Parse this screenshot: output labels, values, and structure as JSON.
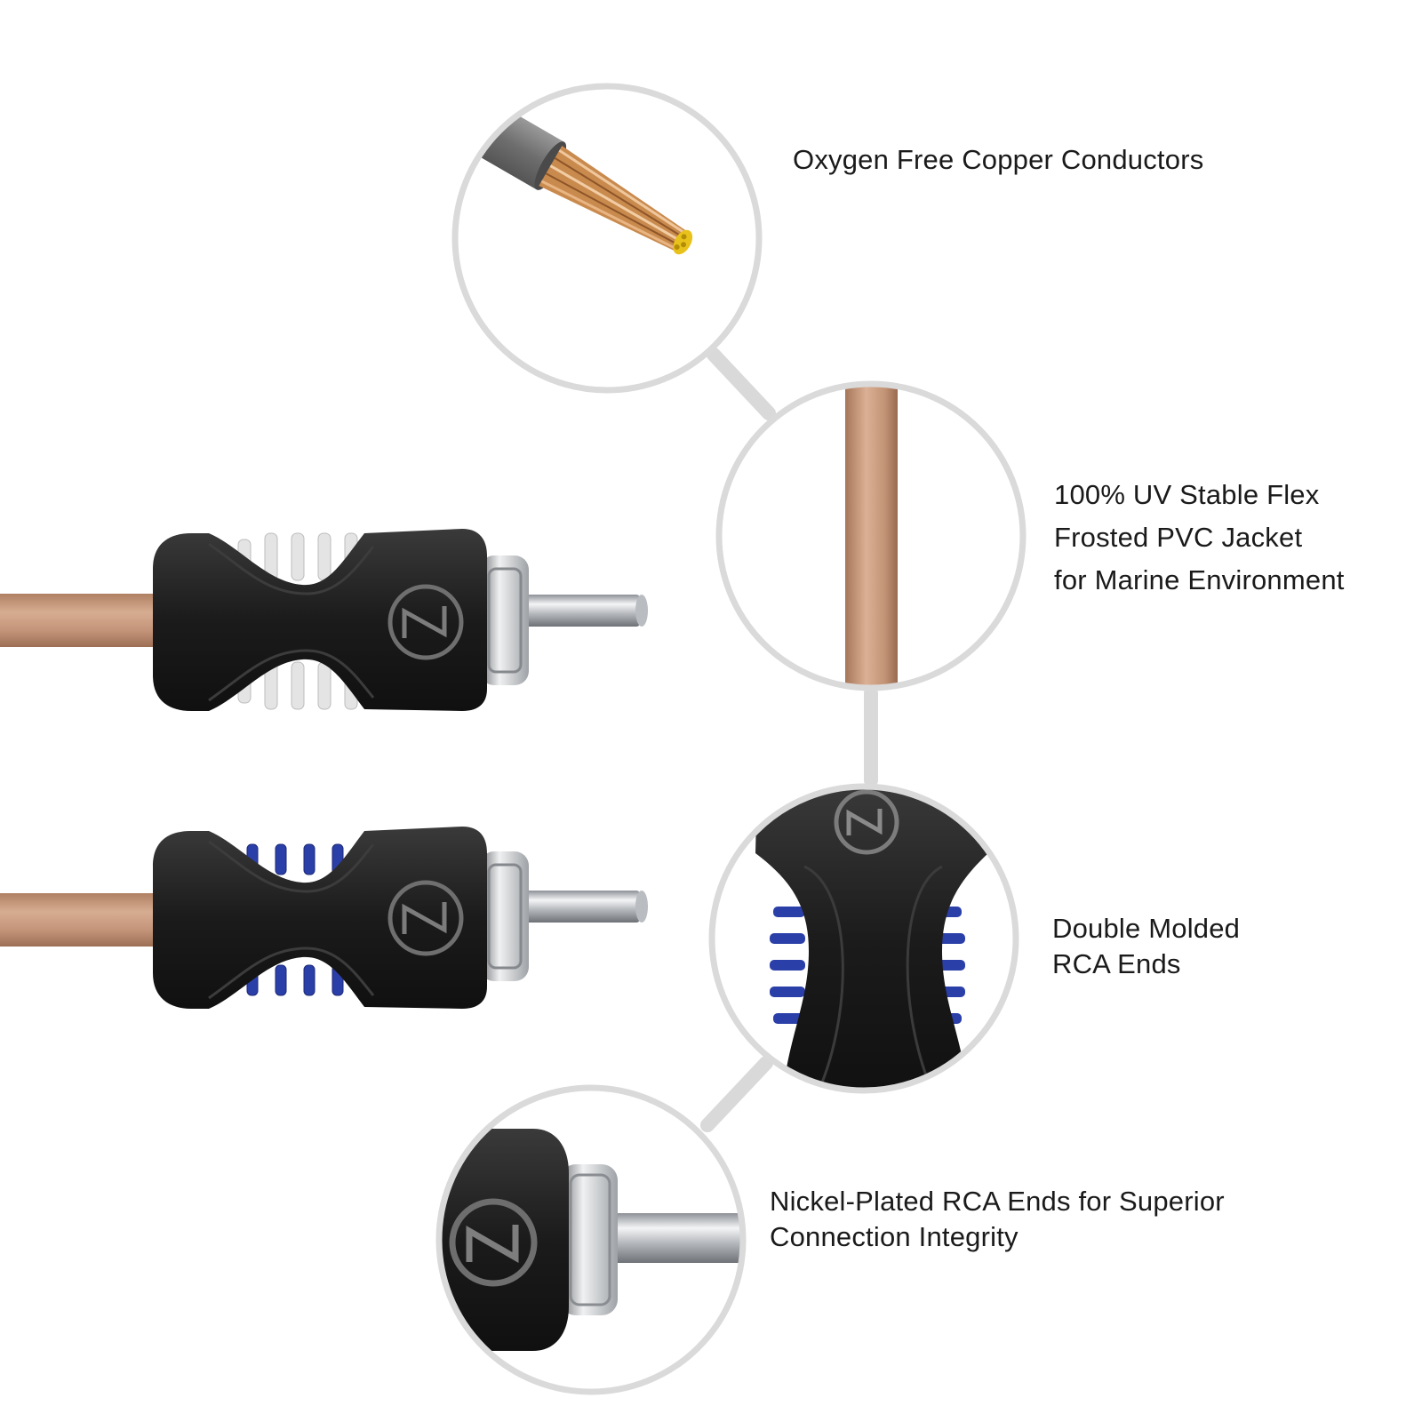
{
  "features": [
    {
      "lines": [
        "Oxygen Free Copper Conductors"
      ]
    },
    {
      "lines": [
        "100% UV Stable Flex",
        "Frosted PVC Jacket",
        "for Marine Environment"
      ]
    },
    {
      "lines": [
        "Double Molded",
        "RCA Ends"
      ]
    },
    {
      "lines": [
        "Nickel-Plated RCA Ends for Superior",
        "Connection Integrity"
      ]
    }
  ],
  "colors": {
    "background": "#ffffff",
    "callout_ring": "#d9d9d9",
    "cable_jacket": "#c49a7c",
    "connector_body": "#1c1c1c",
    "strain_relief_white": "#e6e6e6",
    "strain_relief_blue": "#2b3fa8",
    "nickel": "#c9ccd0",
    "copper": "#c98a4e",
    "copper_tip": "#e8c21a"
  }
}
